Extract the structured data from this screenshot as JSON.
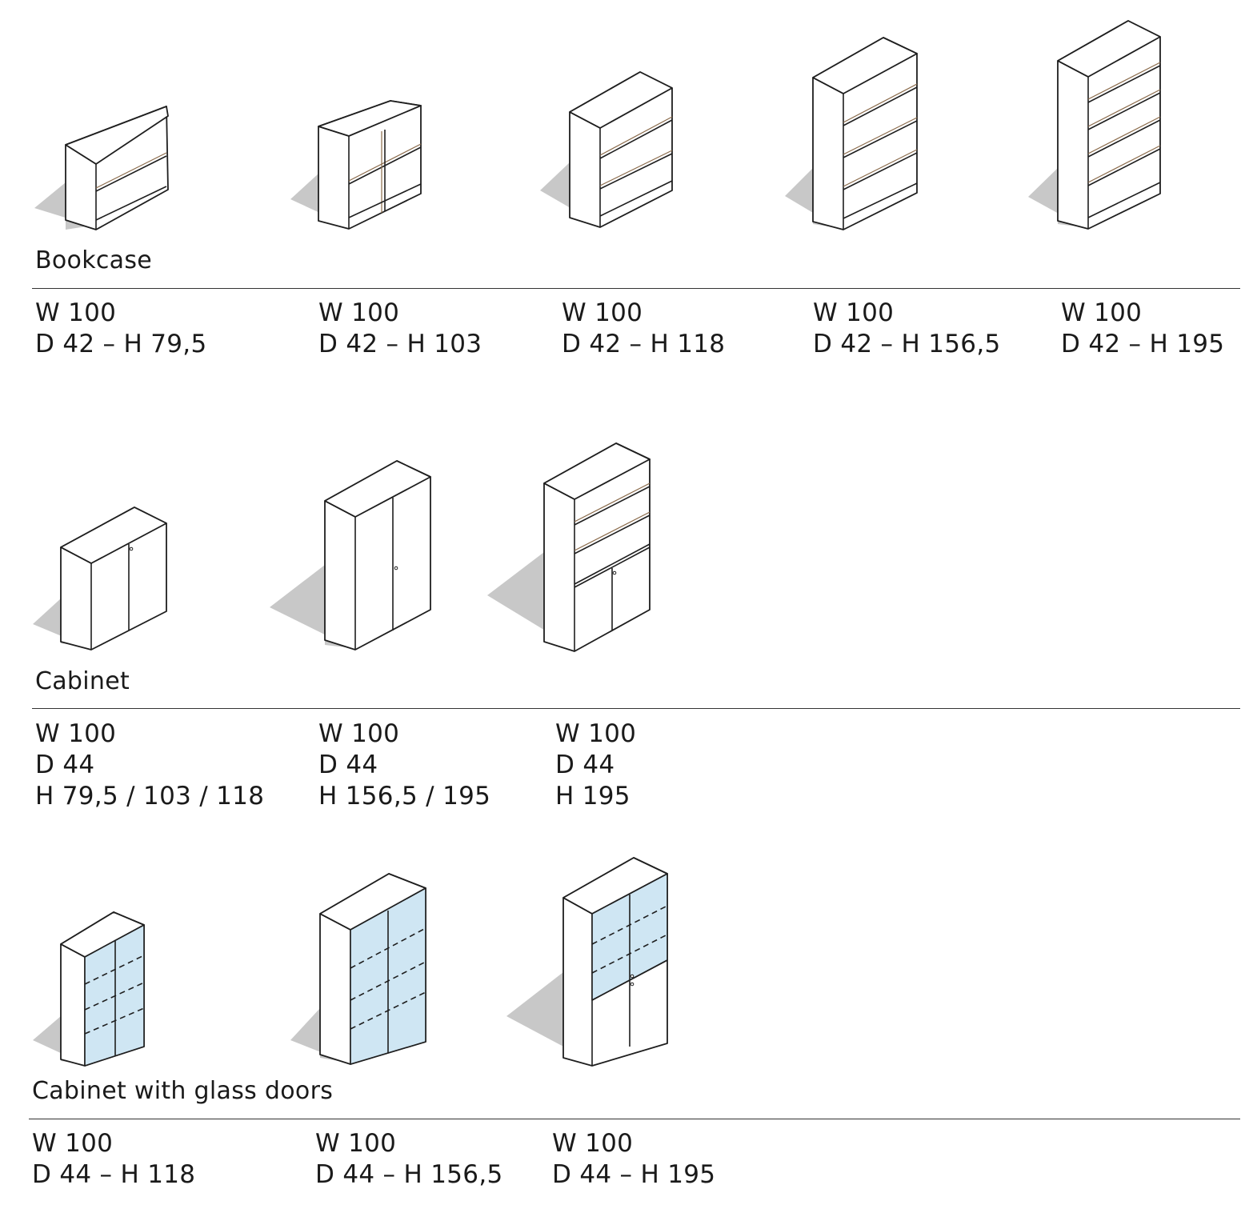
{
  "sections": [
    {
      "title": "Bookcase",
      "items": [
        {
          "lines": [
            "W 100",
            "D 42 – H 79,5"
          ],
          "kind": "bookcase",
          "shelves": 2,
          "columns": 1
        },
        {
          "lines": [
            "W 100",
            "D 42 – H 103"
          ],
          "kind": "bookcase",
          "shelves": 2,
          "columns": 2
        },
        {
          "lines": [
            "W 100",
            "D 42 – H 118"
          ],
          "kind": "bookcase",
          "shelves": 3,
          "columns": 1
        },
        {
          "lines": [
            "W 100",
            "D 42 – H 156,5"
          ],
          "kind": "bookcase",
          "shelves": 4,
          "columns": 1
        },
        {
          "lines": [
            "W 100",
            "D 42 – H 195"
          ],
          "kind": "bookcase",
          "shelves": 5,
          "columns": 1
        }
      ]
    },
    {
      "title": "Cabinet",
      "items": [
        {
          "lines": [
            "W 100",
            "D 44",
            "H 79,5 / 103 / 118"
          ],
          "kind": "cabinet"
        },
        {
          "lines": [
            "W 100",
            "D 44",
            "H 156,5 / 195"
          ],
          "kind": "cabinet"
        },
        {
          "lines": [
            "W 100",
            "D 44",
            "H 195"
          ],
          "kind": "combo",
          "shelves": 3
        }
      ]
    },
    {
      "title": "Cabinet with glass doors",
      "items": [
        {
          "lines": [
            "W 100",
            "D 44 – H 118"
          ],
          "kind": "glass",
          "shelves": 3
        },
        {
          "lines": [
            "W 100",
            "D 44 – H 156,5"
          ],
          "kind": "glass",
          "shelves": 3
        },
        {
          "lines": [
            "W 100",
            "D 44 – H 195"
          ],
          "kind": "glass-combo",
          "shelves": 2
        }
      ]
    }
  ],
  "colors": {
    "glass": "#cfe6f3",
    "shadow": "#c8c8c8",
    "line": "#1e1e1e"
  }
}
